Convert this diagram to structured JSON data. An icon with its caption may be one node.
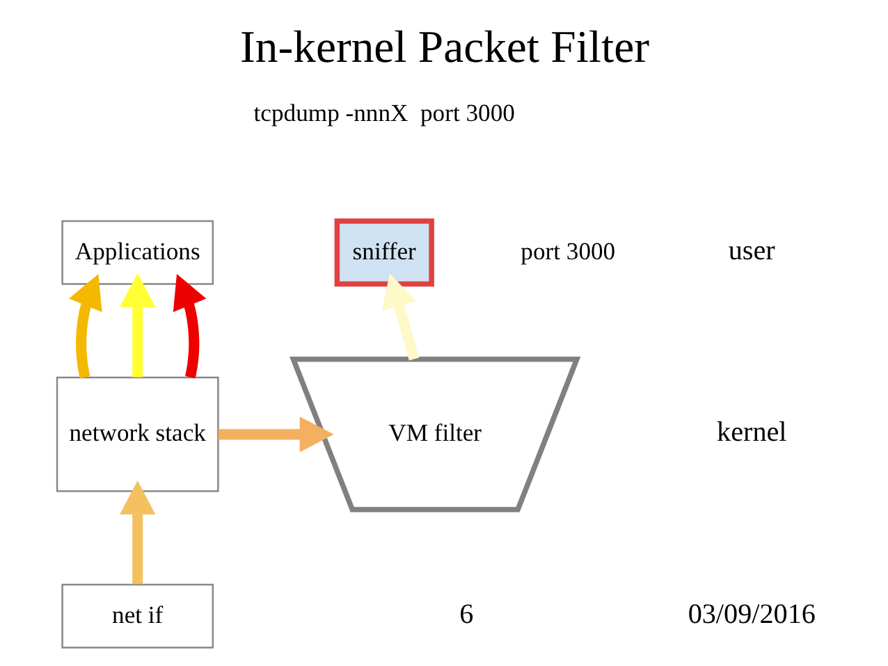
{
  "diagram": {
    "title": "In-kernel Packet Filter",
    "nodes": [
      {
        "text": [
          "Applications"
        ]
      },
      {
        "text": [
          "sniffer"
        ],
        "beside": [
          "tcpdump -nnnX  port 3000"
        ]
      },
      {
        "text": [
          "network stack"
        ]
      },
      {
        "text": [
          "VM filter"
        ],
        "beside": [
          "port 3000"
        ]
      },
      {
        "text": [
          "net if"
        ]
      }
    ],
    "edges": [
      {
        "from": 2,
        "to": 0,
        "arrow": "to",
        "color": "#f5b800"
      },
      {
        "from": 2,
        "to": 0,
        "arrow": "to",
        "color": "#ffff33"
      },
      {
        "from": 2,
        "to": 0,
        "arrow": "to",
        "color": "#ee0000"
      },
      {
        "from": 4,
        "to": 2,
        "arrow": "to",
        "color": "#f4c060"
      },
      {
        "from": 2,
        "to": 3,
        "arrow": "to",
        "color": "#f4b060"
      },
      {
        "from": 3,
        "to": 1,
        "arrow": "to",
        "color": "#fff8c8"
      }
    ],
    "labels": [
      "user",
      "kernel",
      "03/09/2016",
      "6"
    ]
  }
}
